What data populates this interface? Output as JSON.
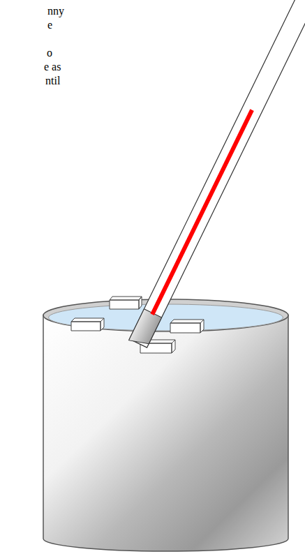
{
  "diagram": {
    "labels": [
      "nny",
      "e",
      "o",
      "e as",
      "ntil"
    ]
  }
}
